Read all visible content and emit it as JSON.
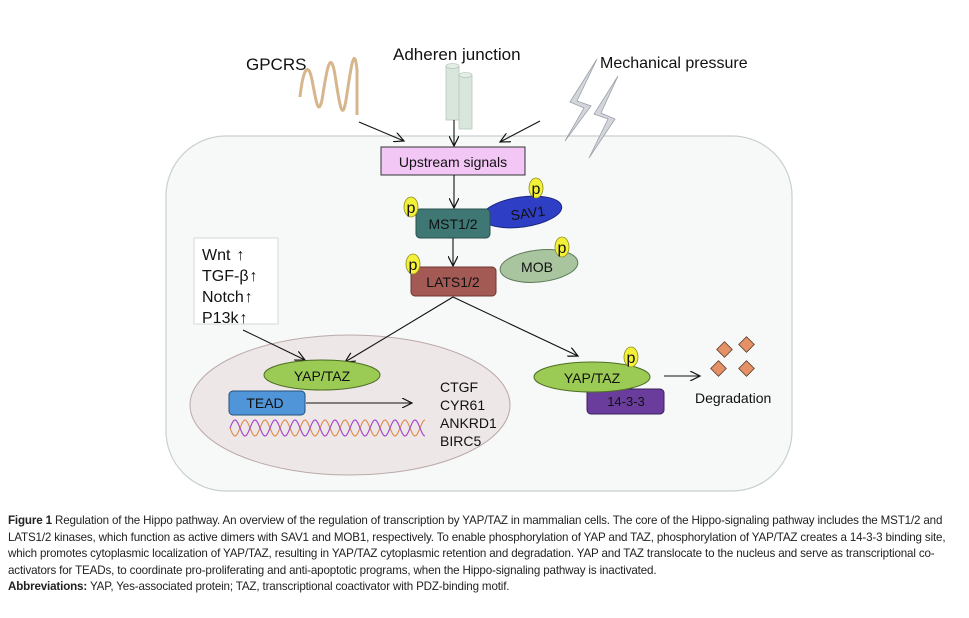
{
  "diagram": {
    "title_inputs": {
      "gpcrs": "GPCRS",
      "adherens": "Adheren junction",
      "mechanical": "Mechanical pressure"
    },
    "upstream": "Upstream signals",
    "mst": "MST1/2",
    "sav": "SAV1",
    "lats": "LATS1/2",
    "mob": "MOB",
    "phospho": "p",
    "side_signals": [
      {
        "label": "Wnt",
        "arrow": "↑"
      },
      {
        "label": "TGF-β",
        "arrow": "↑"
      },
      {
        "label": "Notch",
        "arrow": "↑"
      },
      {
        "label": "P13k",
        "arrow": "↑"
      }
    ],
    "nucleus": {
      "yaptaz": "YAP/TAZ",
      "tead": "TEAD",
      "targets": [
        "CTGF",
        "CYR61",
        "ANKRD1",
        "BIRC5"
      ]
    },
    "cytoplasm": {
      "yaptaz": "YAP/TAZ",
      "binder": "14-3-3",
      "degradation": "Degradation"
    },
    "colors": {
      "upstream_fill": "#f2c6f5",
      "mst_fill": "#3f7775",
      "sav_fill": "#2e3fc6",
      "lats_fill": "#a45a54",
      "mob_fill": "#a9c59f",
      "phospho_fill": "#f3f03a",
      "yaptaz_fill": "#9bcb55",
      "tead_fill": "#4f95d8",
      "binder_fill": "#6a3d9c",
      "degradation_fill": "#e39165",
      "gpcr_wave": "#d7b68d",
      "cell_fill": "#f7f9f9"
    }
  },
  "caption": {
    "figure_label": "Figure 1",
    "figure_text": "Regulation of the Hippo pathway. An overview of the regulation of transcription by YAP/TAZ in mammalian cells. The core of the Hippo-signaling pathway includes the MST1/2 and LATS1/2 kinases, which function as active dimers with SAV1 and MOB1, respectively. To enable phosphorylation of YAP and TAZ, phosphorylation of YAP/TAZ creates a 14-3-3 binding site, which promotes cytoplasmic localization of YAP/TAZ, resulting in YAP/TAZ cytoplasmic retention and degradation. YAP and TAZ translocate to the nucleus and serve as transcriptional co-activators for TEADs, to coordinate pro-proliferating and anti-apoptotic programs, when the Hippo-signaling pathway is inactivated.",
    "abbrev_label": "Abbreviations:",
    "abbrev_text": "YAP, Yes-associated protein; TAZ, transcriptional coactivator with PDZ-binding motif."
  }
}
